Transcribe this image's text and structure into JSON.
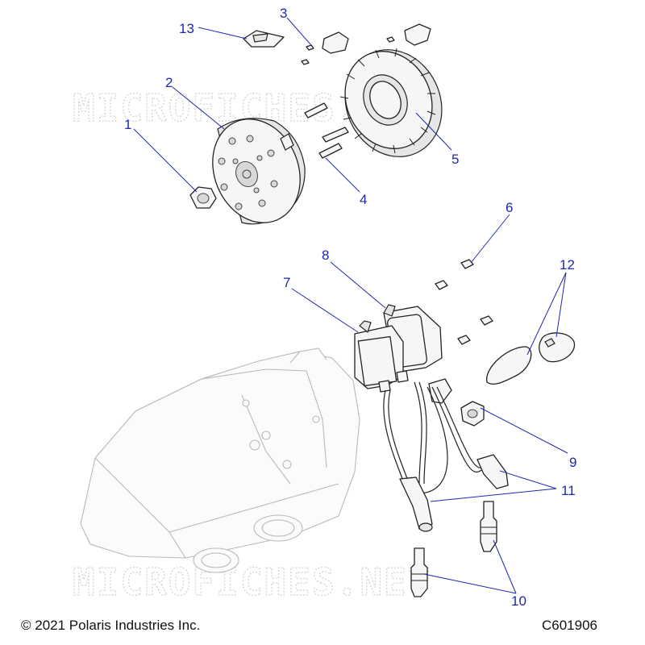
{
  "diagram": {
    "callouts": [
      {
        "id": "c1",
        "label": "1"
      },
      {
        "id": "c2",
        "label": "2"
      },
      {
        "id": "c3",
        "label": "3"
      },
      {
        "id": "c4",
        "label": "4"
      },
      {
        "id": "c5",
        "label": "5"
      },
      {
        "id": "c6",
        "label": "6"
      },
      {
        "id": "c7",
        "label": "7"
      },
      {
        "id": "c8",
        "label": "8"
      },
      {
        "id": "c9",
        "label": "9"
      },
      {
        "id": "c10",
        "label": "10"
      },
      {
        "id": "c11",
        "label": "11"
      },
      {
        "id": "c12",
        "label": "12"
      },
      {
        "id": "c13",
        "label": "13"
      }
    ],
    "watermark": "MICROFICHES.NET",
    "copyright": "© 2021 Polaris Industries Inc.",
    "drawing_number": "C601906",
    "colors": {
      "callout": "#1f27b0",
      "line": "#222222",
      "watermark": "#d3d3d3",
      "ghost": "#b9b9b9"
    }
  }
}
